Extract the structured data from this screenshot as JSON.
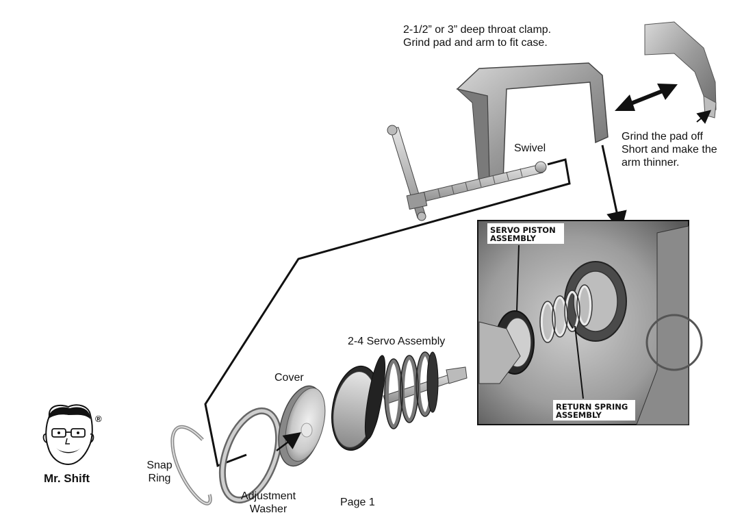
{
  "labels": {
    "clamp_note_line1": "2-1/2” or 3” deep throat clamp.",
    "clamp_note_line2": "Grind pad and arm to fit case.",
    "grind_note_line1": "Grind the pad off",
    "grind_note_line2": "Short and make the",
    "grind_note_line3": "arm thinner.",
    "swivel": "Swivel",
    "servo_assembly": "2-4 Servo Assembly",
    "cover": "Cover",
    "snap_ring_line1": "Snap",
    "snap_ring_line2": "Ring",
    "adjustment_washer_line1": "Adjustment",
    "adjustment_washer_line2": "Washer",
    "page": "Page 1",
    "photo_servo_piston_line1": "SERVO PISTON",
    "photo_servo_piston_line2": "ASSEMBLY",
    "photo_return_spring_line1": "RETURN SPRING",
    "photo_return_spring_line2": "ASSEMBLY"
  },
  "logo": {
    "name": "Mr. Shift",
    "registered_mark": "®"
  }
}
